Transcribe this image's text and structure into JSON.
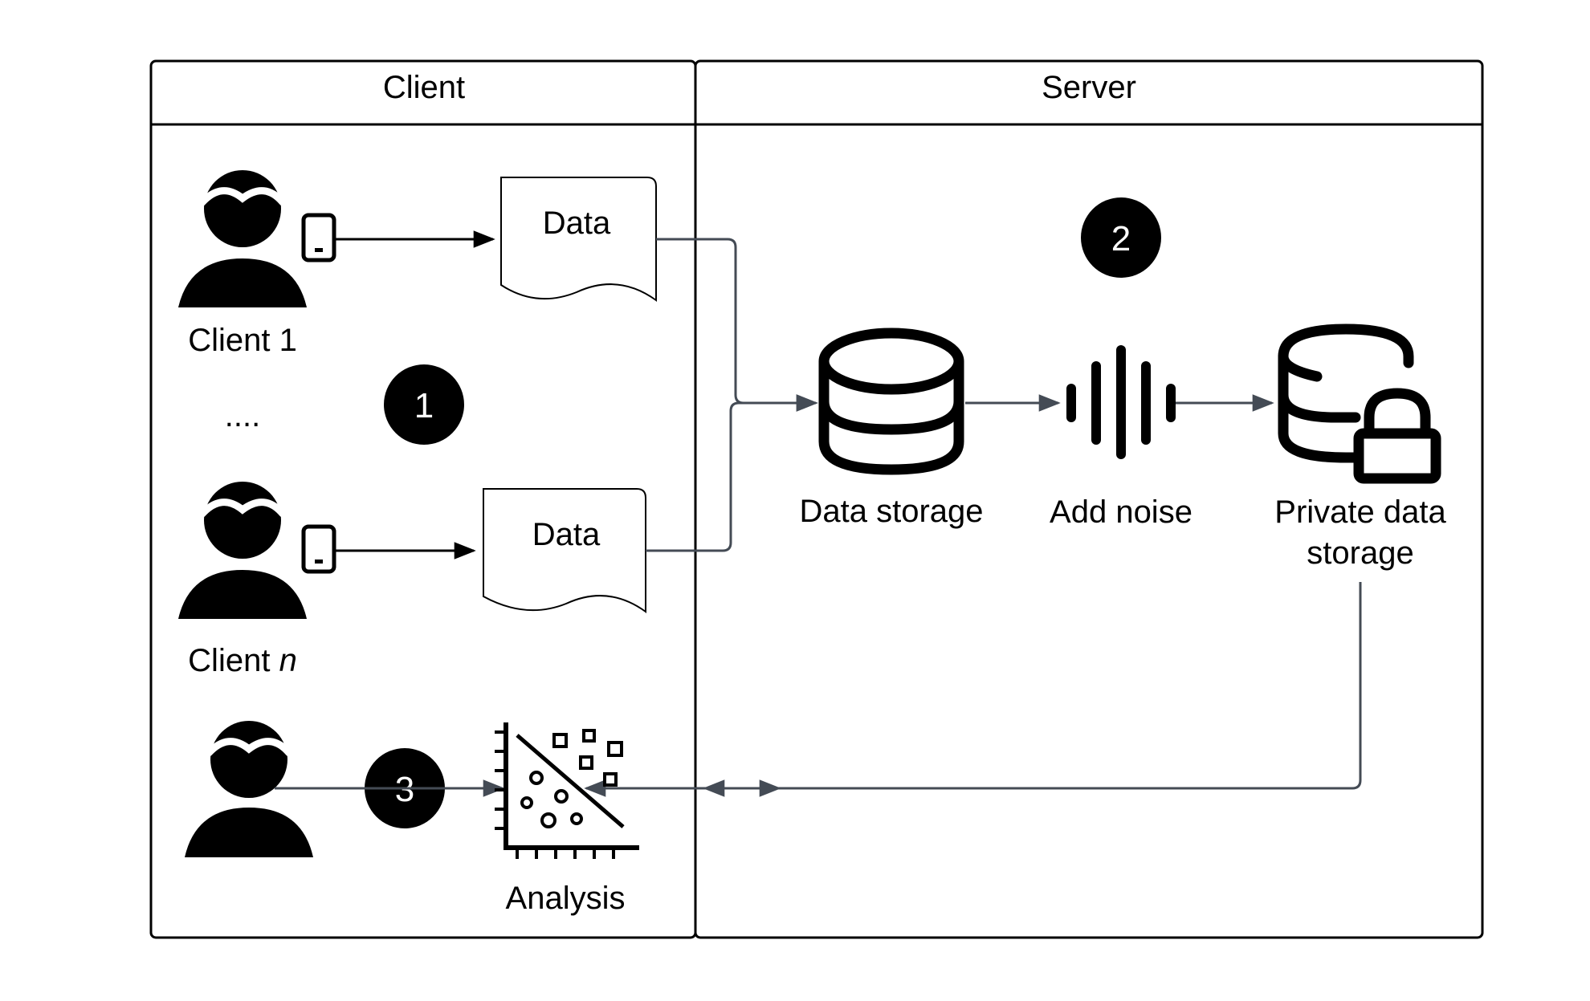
{
  "lanes": {
    "client": "Client",
    "server": "Server"
  },
  "nodes": {
    "client1": "Client 1",
    "client_n_prefix": "Client ",
    "client_n_italic": "n",
    "ellipsis": "....",
    "data1": "Data",
    "data2": "Data",
    "data_storage": "Data storage",
    "add_noise": "Add noise",
    "private_line1": "Private data",
    "private_line2": "storage",
    "analysis": "Analysis"
  },
  "steps": {
    "one": "1",
    "two": "2",
    "three": "3"
  },
  "icons": [
    "user-icon",
    "phone-icon",
    "document-icon",
    "database-icon",
    "sound-wave-icon",
    "locked-database-icon",
    "scatter-plot-icon"
  ],
  "colors": {
    "stroke": "#000000",
    "connector": "#444b55",
    "badge": "#000000"
  }
}
